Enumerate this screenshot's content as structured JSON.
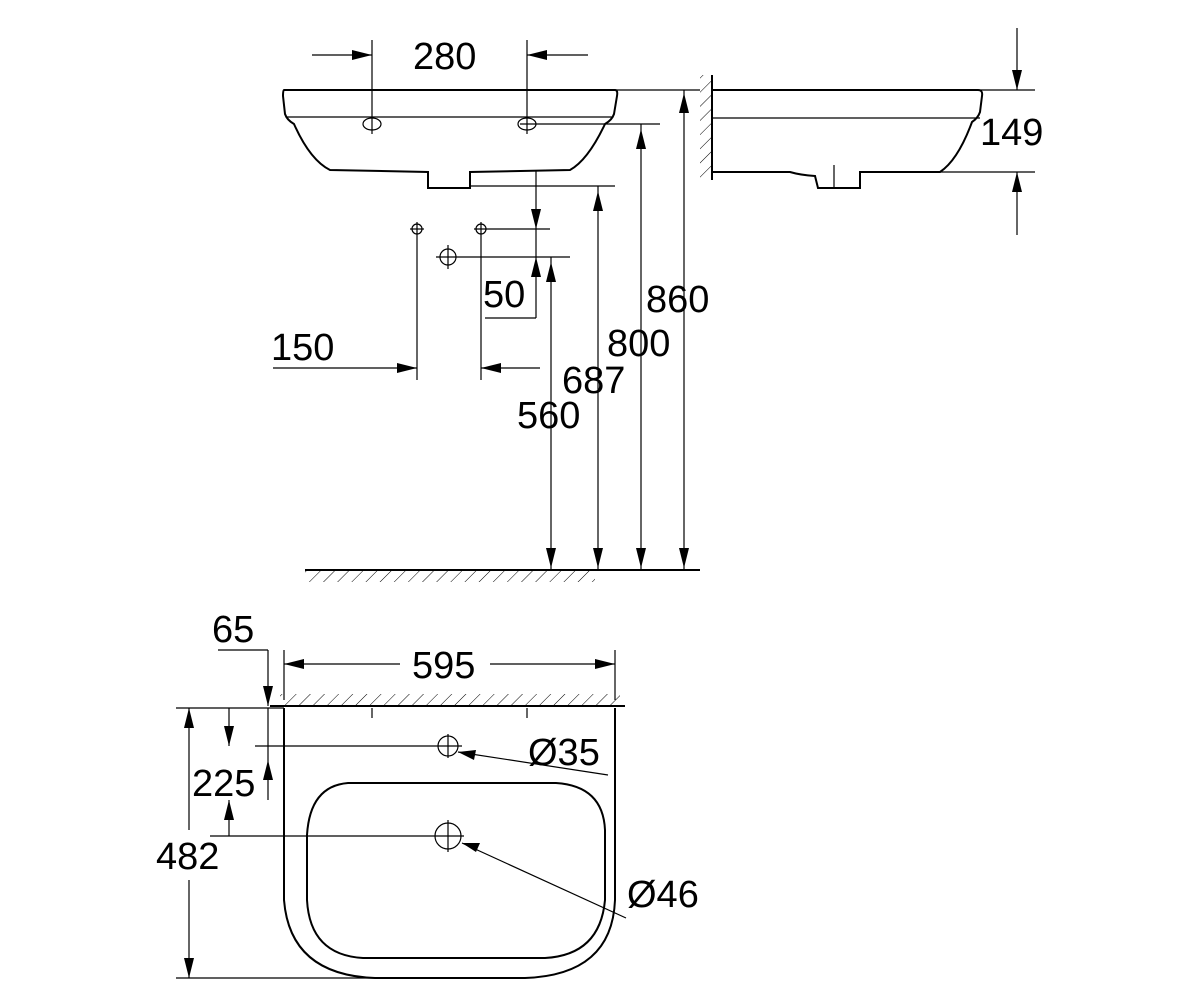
{
  "dimensions": {
    "tap_hole_spacing": "280",
    "basin_depth": "149",
    "height_860": "860",
    "height_800": "800",
    "height_687": "687",
    "height_560": "560",
    "offset_50": "50",
    "supply_spacing": "150",
    "wall_offset": "65",
    "width": "595",
    "tap_hole_distance": "225",
    "projection": "482",
    "tap_hole_diameter": "Ø35",
    "waste_diameter": "Ø46"
  }
}
